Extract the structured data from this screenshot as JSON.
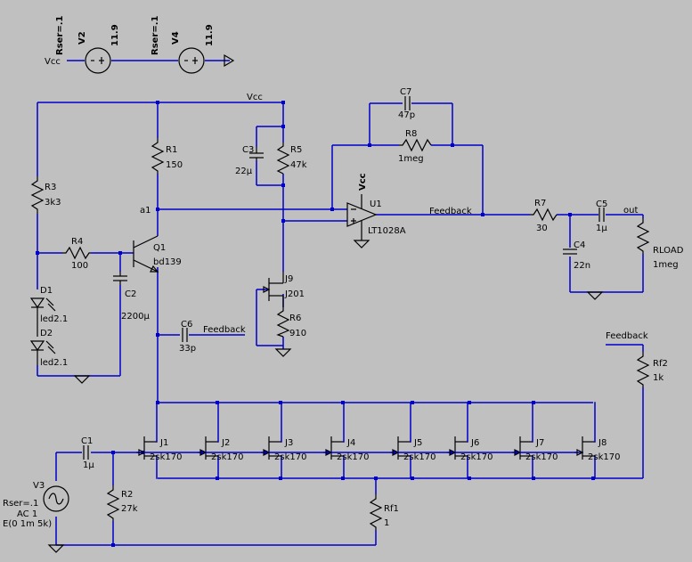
{
  "components": {
    "v2": {
      "ref": "V2",
      "value": "11.9",
      "rser": "Rser=.1"
    },
    "v4": {
      "ref": "V4",
      "value": "11.9",
      "rser": "Rser=.1"
    },
    "vcc_in": "Vcc",
    "vcc_top": "Vcc",
    "vcc_opamp": "Vcc",
    "r1": {
      "ref": "R1",
      "value": "150"
    },
    "r3": {
      "ref": "R3",
      "value": "3k3"
    },
    "r4": {
      "ref": "R4",
      "value": "100"
    },
    "r5": {
      "ref": "R5",
      "value": "47k"
    },
    "r6": {
      "ref": "R6",
      "value": "910"
    },
    "r7": {
      "ref": "R7",
      "value": "30"
    },
    "r8": {
      "ref": "R8",
      "value": "1meg"
    },
    "r2": {
      "ref": "R2",
      "value": "27k"
    },
    "rf1": {
      "ref": "Rf1",
      "value": "1"
    },
    "rf2": {
      "ref": "Rf2",
      "value": "1k"
    },
    "rload": {
      "ref": "RLOAD",
      "value": "1meg"
    },
    "c1": {
      "ref": "C1",
      "value": "1µ"
    },
    "c2": {
      "ref": "C2",
      "value": "2200µ"
    },
    "c3": {
      "ref": "C3",
      "value": "22µ"
    },
    "c4": {
      "ref": "C4",
      "value": "22n"
    },
    "c5": {
      "ref": "C5",
      "value": "1µ"
    },
    "c6": {
      "ref": "C6",
      "value": "33p"
    },
    "c7": {
      "ref": "C7",
      "value": "47p"
    },
    "d1": {
      "ref": "D1",
      "value": "led2.1"
    },
    "d2": {
      "ref": "D2",
      "value": "led2.1"
    },
    "q1": {
      "ref": "Q1",
      "value": "bd139"
    },
    "u1": {
      "ref": "U1",
      "value": "LT1028A"
    },
    "j9": {
      "ref": "J9",
      "value": "J201"
    },
    "jfets": [
      {
        "ref": "J1",
        "value": "2sk170"
      },
      {
        "ref": "J2",
        "value": "2sk170"
      },
      {
        "ref": "J3",
        "value": "2sk170"
      },
      {
        "ref": "J4",
        "value": "2sk170"
      },
      {
        "ref": "J5",
        "value": "2sk170"
      },
      {
        "ref": "J6",
        "value": "2sk170"
      },
      {
        "ref": "J7",
        "value": "2sk170"
      },
      {
        "ref": "J8",
        "value": "2sk170"
      }
    ],
    "v3": {
      "ref": "V3",
      "rser": "Rser=.1",
      "ac": "AC 1",
      "source": "E(0 1m 5k)"
    }
  },
  "nets": {
    "a1": "a1",
    "feedback1": "Feedback",
    "feedback2": "Feedback",
    "feedback3": "Feedback",
    "out": "out"
  }
}
